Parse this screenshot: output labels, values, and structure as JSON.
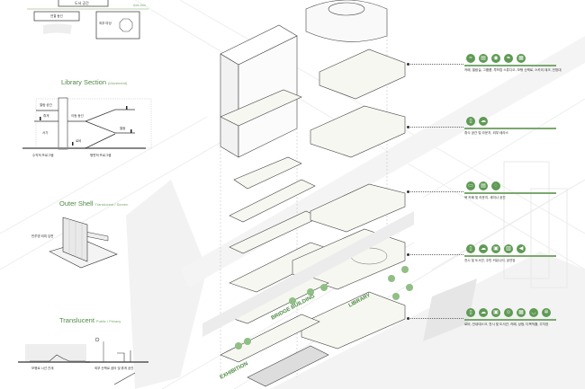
{
  "left_panel": {
    "top_diagram": {
      "box_a": "연결 동선",
      "box_b": "도서 공간",
      "box_c": "외부 마당",
      "axis_label": "Axis Line"
    },
    "library_section": {
      "title": "Library Section",
      "subtitle": "(Movement)",
      "labels": [
        "열람 공간",
        "휴게",
        "서가",
        "이동 동선",
        "열람",
        "로비"
      ],
      "captions": [
        "수직적 프로그램",
        "평면적 프로그램"
      ]
    },
    "outer_shell": {
      "title": "Outer Shell",
      "subtitle": "Translucent / Screen",
      "label": "반투명 외피 입면"
    },
    "translucent": {
      "title": "Translucent",
      "subtitle": "Public / Privacy",
      "captions": [
        "보행로 시선 관계",
        "외부 산책로 쉼터 및 휴게 공간"
      ]
    }
  },
  "axon_labels": {
    "library": "LIBRARY",
    "bridge": "BRIDGE BUILDING",
    "exhibition": "EXHIBITION"
  },
  "annotations": [
    {
      "icons": [
        "wifi",
        "book",
        "cafe",
        "leaf",
        "doc"
      ],
      "text": "카페, 열람실, 그룹룸, 루프탑 스튜디오, 보행 산책로, 스카이 데크, 전망대"
    },
    {
      "icons": [
        "door",
        "cloud"
      ],
      "text": "휴식 공간 및 라운지, 외부 테라스"
    },
    {
      "icons": [
        "screen",
        "book",
        "chat"
      ],
      "text": "북 카페 및 라운지, 세미나 공간"
    },
    {
      "icons": [
        "door",
        "cloud",
        "box",
        "chart",
        "speaker"
      ],
      "text": "전시 및 도서관, 주민 커뮤니티, 공연장"
    },
    {
      "icons": [
        "door",
        "cloud",
        "box",
        "person",
        "doc",
        "cup",
        "gear"
      ],
      "text": "로비, 안내데스크, 전시 및 도서관, 카페, 상점, 다목적홀, 주차장"
    }
  ],
  "colors": {
    "accent": "#5f9a55",
    "line": "#7aa86f"
  }
}
